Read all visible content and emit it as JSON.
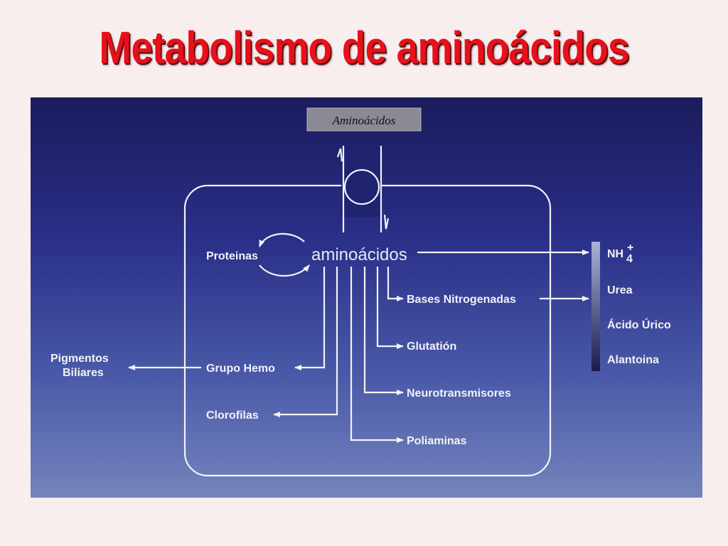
{
  "title": "Metabolismo de aminoácidos",
  "diagram": {
    "input_box": "Aminoácidos",
    "center": "aminoácidos",
    "proteins": "Proteinas",
    "hemo": "Grupo Hemo",
    "pigmentos_line1": "Pigmentos",
    "pigmentos_line2": "Biliares",
    "clorofilas": "Clorofilas",
    "bases": "Bases Nitrogenadas",
    "glutation": "Glutatión",
    "neuro": "Neurotransmisores",
    "poliaminas": "Poliaminas",
    "nh4": "NH",
    "nh4_sub": "4",
    "nh4_sup": "+",
    "urea": "Urea",
    "acido_urico": "Ácido Úrico",
    "alantoina": "Alantoina"
  }
}
